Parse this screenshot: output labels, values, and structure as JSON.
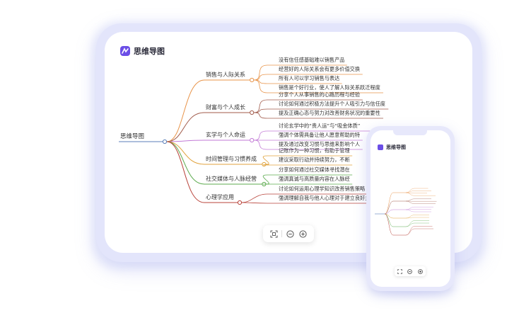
{
  "app": {
    "title": "思维导图"
  },
  "mindmap": {
    "root": "思维导图",
    "branches": [
      {
        "label": "销售与人际关系",
        "color": "#e8944a",
        "leaves": [
          "没有信任感基础难以销售产品",
          "经营好的人际关系会有更多价值交换",
          "所有人可以学习销售与表达",
          "销售是个好行业，使人了解人际关系跃迁程度"
        ]
      },
      {
        "label": "财富与个人成长",
        "color": "#a05a4a",
        "leaves": [
          "分享个人从事销售的心路历程与经验",
          "讨论如何通过积极方法提升个人吸引力与信任度",
          "提及正确心态与努力对改善财务状况的重要性"
        ]
      },
      {
        "label": "玄学与个人命运",
        "color": "#c27ad6",
        "leaves": [
          "讨论玄学中的“贵人运”与“吸金体质”",
          "强调个体需具备让他人愿意帮助的特",
          "提及通过改变习惯与思维来影响个人"
        ]
      },
      {
        "label": "时间管理与习惯养成",
        "color": "#e0a23c",
        "leaves": [
          "记账作为一种习惯，有助于管理",
          "建议采取行动并持续努力，不断"
        ]
      },
      {
        "label": "社交媒体与人脉经营",
        "color": "#5cab4e",
        "leaves": [
          "分享如何通过社交媒体寻找潜在",
          "强调真诚与高质量内容在人脉经"
        ]
      },
      {
        "label": "心理学应用",
        "color": "#b8433a",
        "leaves": [
          "讨论如何运用心理学知识改善销售策略",
          "强调理解自我与他人心理对于建立良好关"
        ]
      }
    ]
  },
  "icons": {
    "fit": "fit-screen-icon",
    "zoom_out": "zoom-out-icon",
    "zoom_in": "zoom-in-icon",
    "logo": "mindmap-logo-icon"
  },
  "colors": {
    "accent": "#6b4ee6",
    "root_line": "#5b7fb8",
    "frame": "#e3e5fb"
  },
  "phone": {
    "title": "思维导图"
  }
}
